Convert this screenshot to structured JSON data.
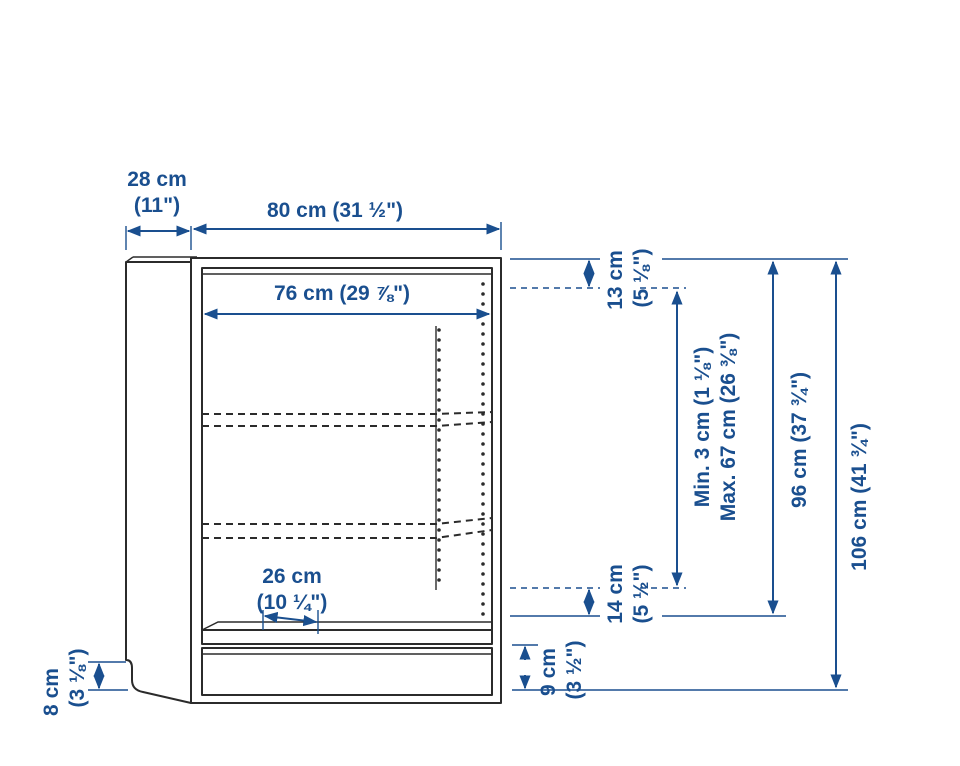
{
  "dimensions": {
    "depth": {
      "metric": "28 cm",
      "imperial": "(11\")"
    },
    "outer_width": {
      "label": "80 cm (31 ½\")"
    },
    "inner_width": {
      "label": "76 cm (29 ⅞\")"
    },
    "shelf_depth": {
      "metric": "26 cm",
      "imperial": "(10 ¼\")"
    },
    "plinth_side": {
      "metric": "8 cm",
      "imperial": "(3 ⅛\")"
    },
    "top_gap": {
      "metric": "13 cm",
      "imperial": "(5 ⅛\")"
    },
    "shelf_range": {
      "min": "Min. 3 cm (1 ⅛\")",
      "max": "Max. 67 cm (26 ⅜\")"
    },
    "bottom_gap": {
      "metric": "14 cm",
      "imperial": "(5 ½\")"
    },
    "plinth_front": {
      "metric": "9 cm",
      "imperial": "(3 ½\")"
    },
    "inner_height": {
      "label": "96 cm (37 ¾\")"
    },
    "total_height": {
      "label": "106 cm (41 ¾\")"
    }
  },
  "colors": {
    "dimension": "#1a4f8f",
    "outline": "#2b2b2b"
  }
}
